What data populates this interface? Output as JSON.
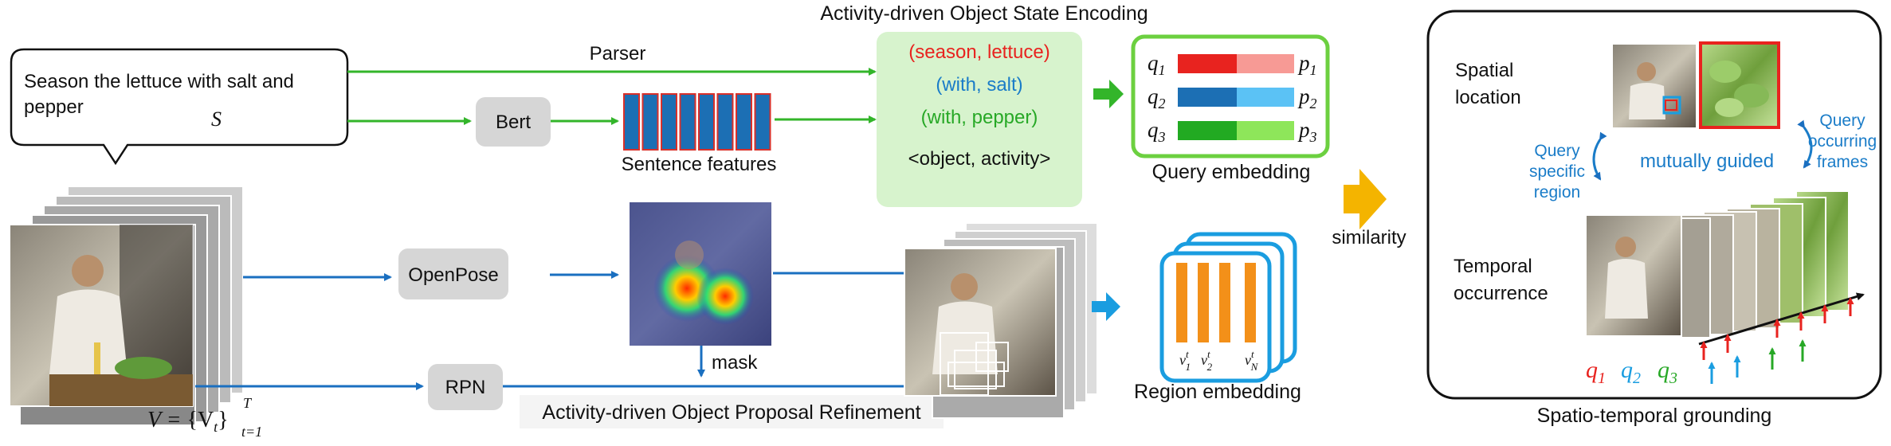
{
  "header": {
    "title": "Activity-driven Object State Encoding"
  },
  "sentence": {
    "text_line1": "Season the lettuce with salt and",
    "text_line2": "pepper",
    "symbol": "S"
  },
  "arrows": {
    "parser_label": "Parser"
  },
  "bert": {
    "label": "Bert"
  },
  "sentence_features": {
    "label": "Sentence features",
    "count": 8
  },
  "pairs": {
    "items": [
      {
        "text": "(season, lettuce)",
        "color": "#e8231f"
      },
      {
        "text": "(with, salt)",
        "color": "#1a7cc8"
      },
      {
        "text": "(with, pepper)",
        "color": "#27a826"
      }
    ],
    "caption": "<object, activity>"
  },
  "query_embedding": {
    "label": "Query embedding",
    "rows": [
      {
        "q": "q",
        "q_sub": "1",
        "p": "p",
        "p_sub": "1",
        "dark": "#e8231f",
        "light": "#f79a95"
      },
      {
        "q": "q",
        "q_sub": "2",
        "p": "p",
        "p_sub": "2",
        "dark": "#1c6fb4",
        "light": "#5bc2f5"
      },
      {
        "q": "q",
        "q_sub": "3",
        "p": "p",
        "p_sub": "3",
        "dark": "#22aa22",
        "light": "#8ee65a"
      }
    ]
  },
  "video": {
    "formula_lhs": "V = ",
    "formula_body": "{V",
    "formula_sub": "t",
    "formula_close": "}",
    "sup": "T",
    "sub": "t=1"
  },
  "openpose": {
    "label": "OpenPose"
  },
  "rpn": {
    "label": "RPN"
  },
  "mask": {
    "label": "mask"
  },
  "proposal_refinement": {
    "label": "Activity-driven Object Proposal Refinement"
  },
  "region_embedding": {
    "label": "Region embedding",
    "bar_labels": [
      {
        "v": "v",
        "sup": "t",
        "sub": "1"
      },
      {
        "v": "v",
        "sup": "t",
        "sub": "2"
      },
      {
        "v": "v",
        "sup": "t",
        "sub": "N"
      }
    ]
  },
  "similarity": {
    "label": "similarity"
  },
  "grounding": {
    "title": "Spatio-temporal grounding",
    "spatial_line1": "Spatial",
    "spatial_line2": "location",
    "temporal_line1": "Temporal",
    "temporal_line2": "occurrence",
    "mutually_guided": "mutually guided",
    "query_region": [
      "Query",
      "specific",
      "region"
    ],
    "query_frames": [
      "Query",
      "occurring",
      "frames"
    ],
    "queries": [
      {
        "q": "q",
        "sub": "1",
        "color": "#e8231f"
      },
      {
        "q": "q",
        "sub": "2",
        "color": "#1a9de0"
      },
      {
        "q": "q",
        "sub": "3",
        "color": "#27a826"
      }
    ]
  },
  "colors": {
    "green_arrow": "#33b52a",
    "blue_arrow": "#1a6fc0",
    "orange_arrow": "#f4b400",
    "cyan": "#1a9de0",
    "label_blue": "#1a7cc8"
  }
}
